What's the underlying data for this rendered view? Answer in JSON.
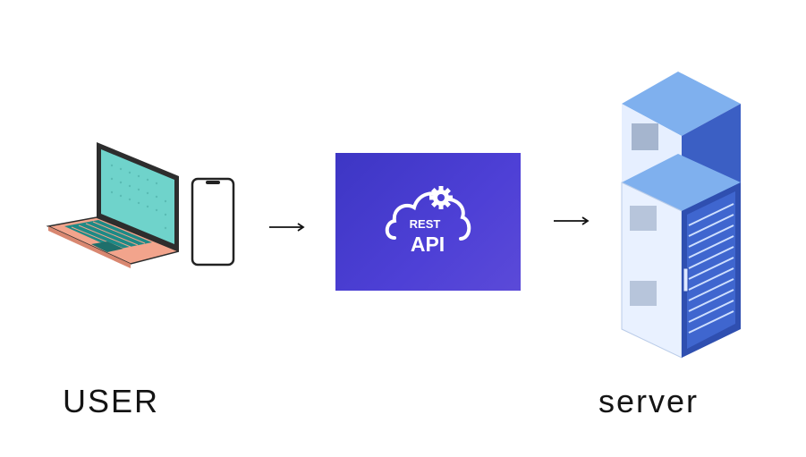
{
  "nodes": {
    "user": {
      "label": "USER"
    },
    "api": {
      "line1": "REST",
      "line2": "API"
    },
    "server": {
      "label": "server"
    }
  },
  "colors": {
    "api_background": "#4a3fd2",
    "laptop_screen": "#6fd3cb",
    "laptop_body": "#f2a48c",
    "server_side": "#cfe3fb",
    "server_front": "#e6efff",
    "server_rack": "#3b5fc4",
    "text": "#141414"
  },
  "icons": [
    "laptop-icon",
    "smartphone-icon",
    "arrow-right-icon",
    "cloud-gear-icon",
    "server-rack-icon"
  ]
}
